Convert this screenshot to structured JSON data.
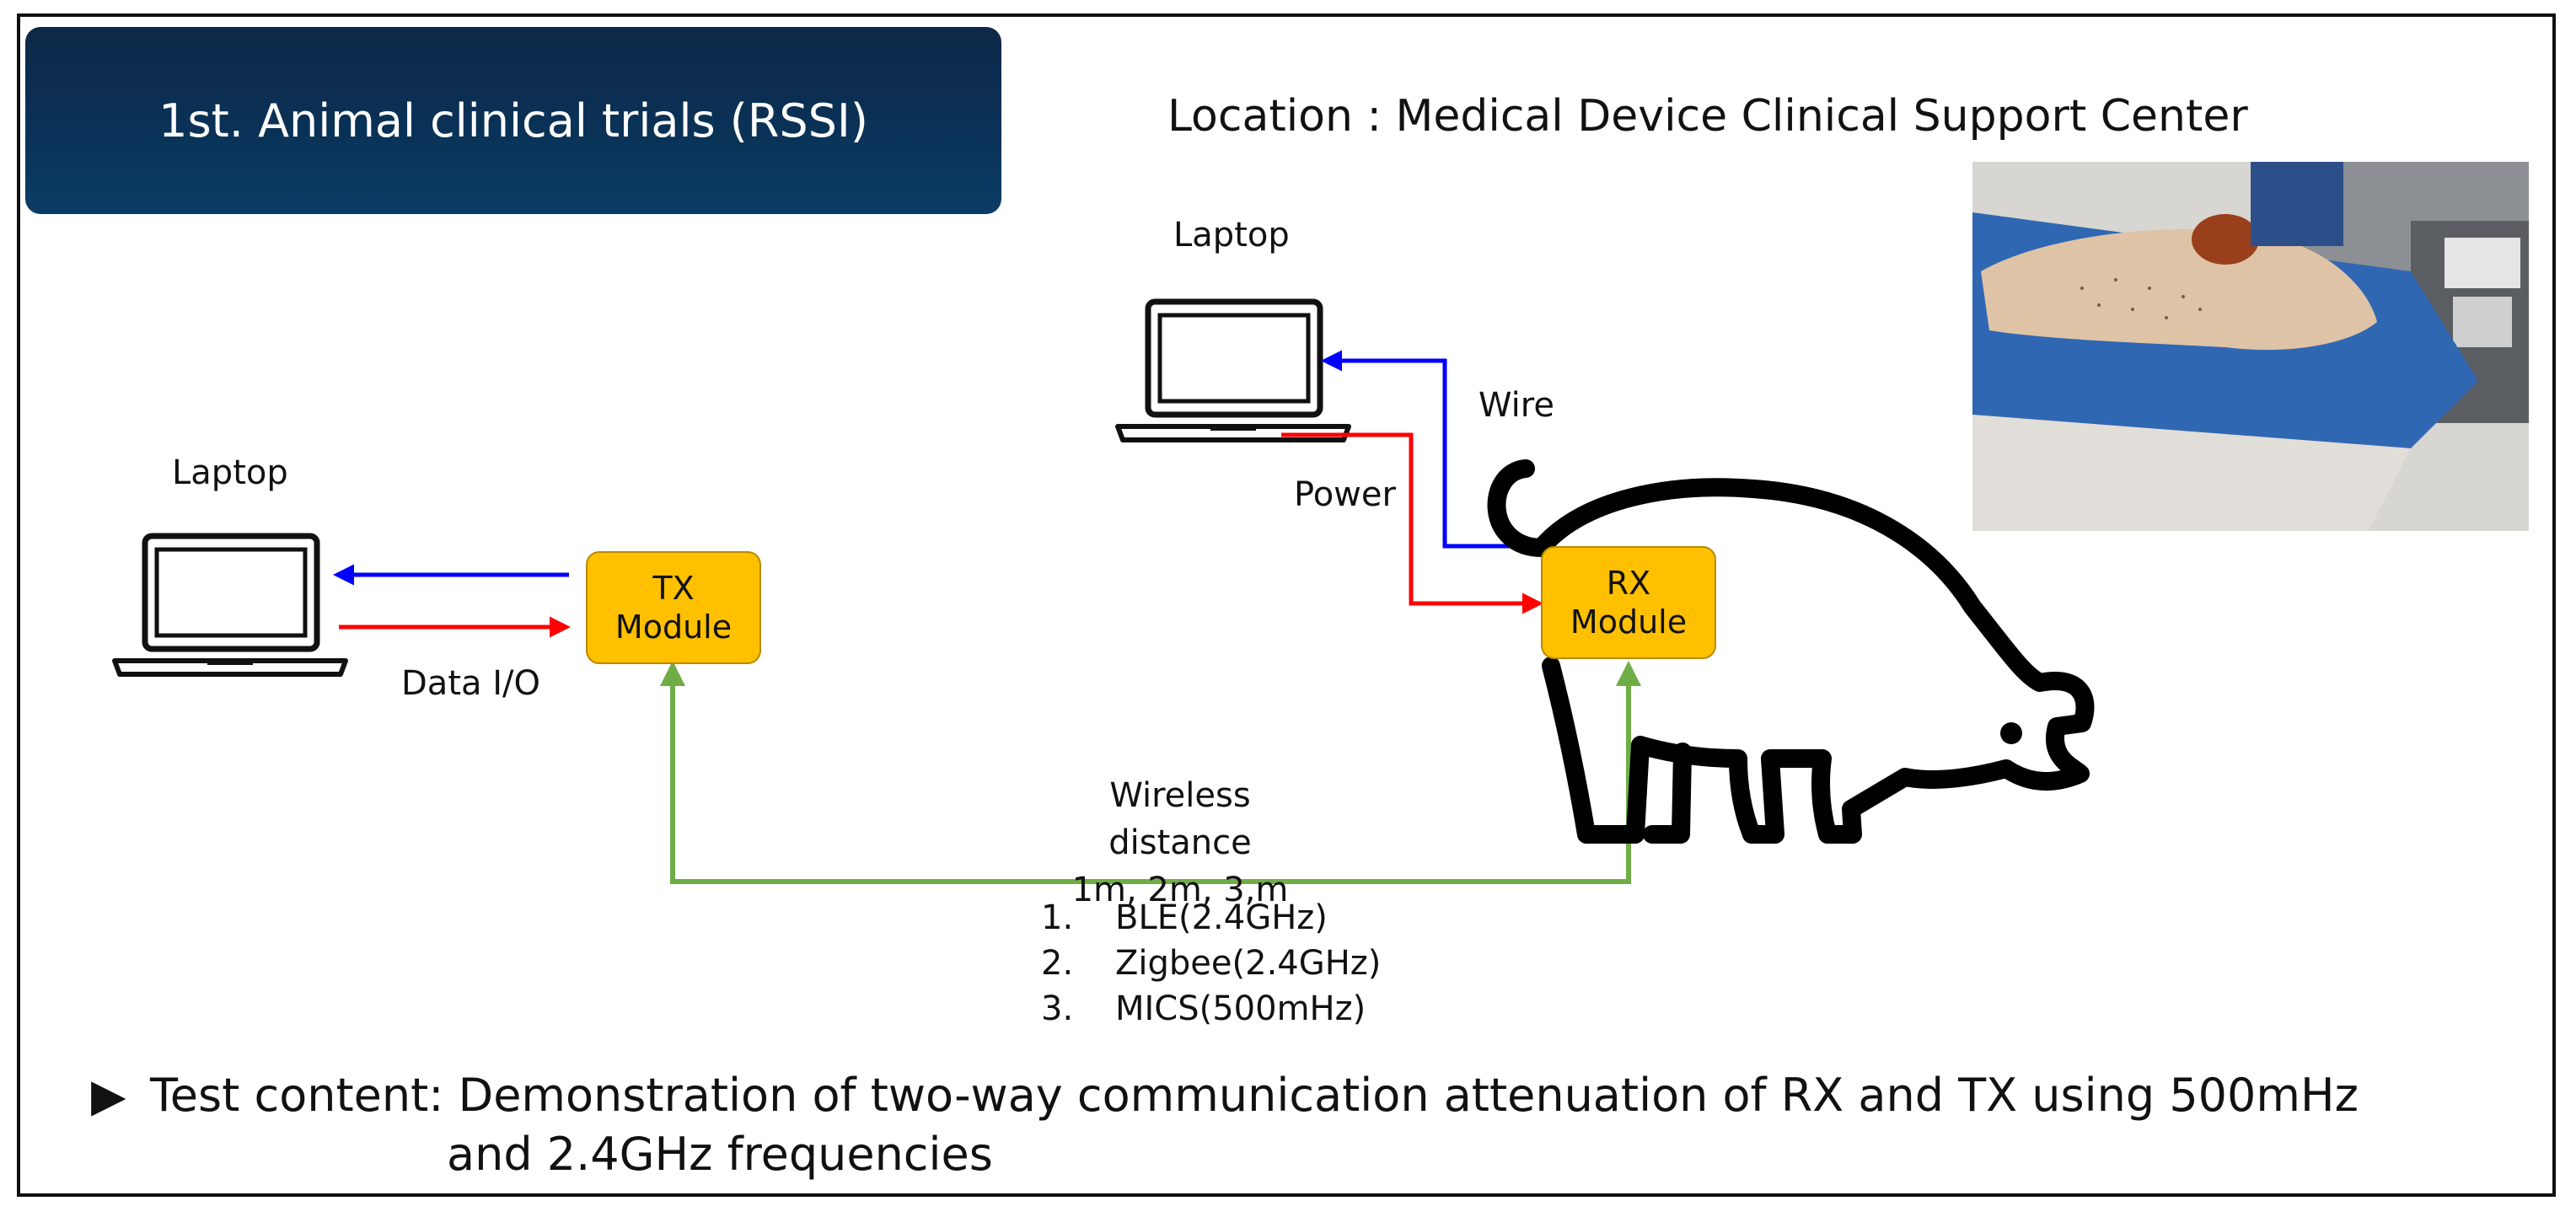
{
  "title": "1st. Animal clinical trials (RSSI)",
  "location": "Location : Medical Device Clinical Support Center",
  "labels": {
    "laptop_top": "Laptop",
    "laptop_left": "Laptop",
    "wire": "Wire",
    "power": "Power",
    "data_io": "Data I/O"
  },
  "modules": {
    "tx": {
      "line1": "TX",
      "line2": "Module"
    },
    "rx": {
      "line1": "RX",
      "line2": "Module"
    }
  },
  "wireless": {
    "title": "Wireless distance",
    "distances": "1m, 2m, 3,m"
  },
  "protocols": [
    {
      "num": "1.",
      "name": "BLE(2.4GHz)"
    },
    {
      "num": "2.",
      "name": "Zigbee(2.4GHz)"
    },
    {
      "num": "3.",
      "name": "MICS(500mHz)"
    }
  ],
  "test_content": {
    "bullet": "▶",
    "line1": "Test content: Demonstration of two-way communication attenuation of RX and TX using 500mHz",
    "line2": "and 2.4GHz frequencies"
  },
  "colors": {
    "title_bg": "#0a3358",
    "module_fill": "#ffc000",
    "arrow_blue": "#0000ff",
    "arrow_red": "#ff0000",
    "arrow_green": "#70ad47"
  },
  "icons": [
    "laptop-icon",
    "pig-icon",
    "photo-surgical-table"
  ]
}
